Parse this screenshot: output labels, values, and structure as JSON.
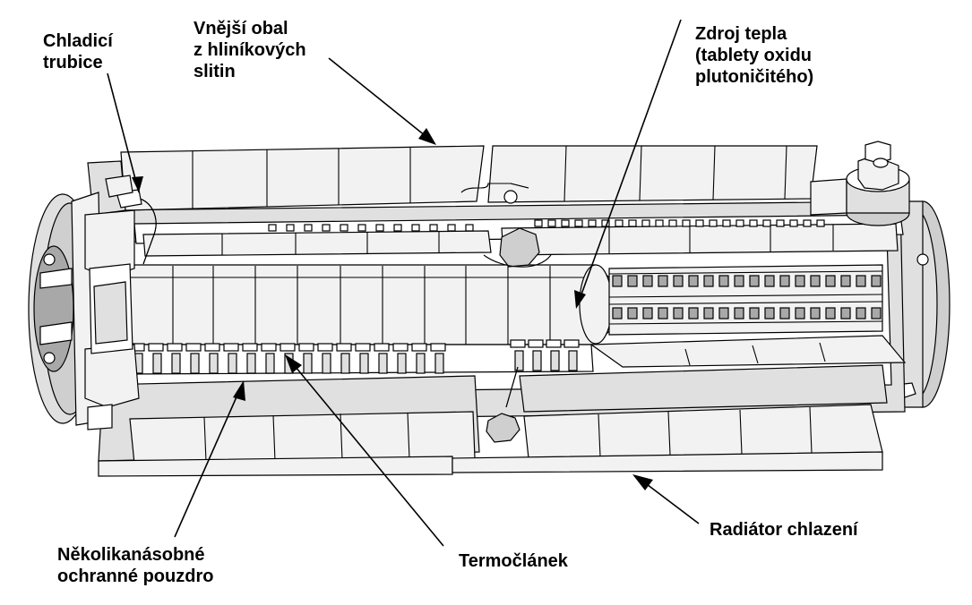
{
  "labels": {
    "cooling_tubes": [
      "Chladicí",
      "trubice"
    ],
    "outer_shell": [
      "Vnější obal",
      "z hliníkových",
      "slitin"
    ],
    "heat_source": [
      "Zdroj tepla",
      "(tablety oxidu",
      "plutoničitého)"
    ],
    "shells": [
      "Několikanásobné",
      "ochranné pouzdro"
    ],
    "thermocouple": [
      "Termočlánek"
    ],
    "radiator": [
      "Radiátor chlazení"
    ]
  }
}
